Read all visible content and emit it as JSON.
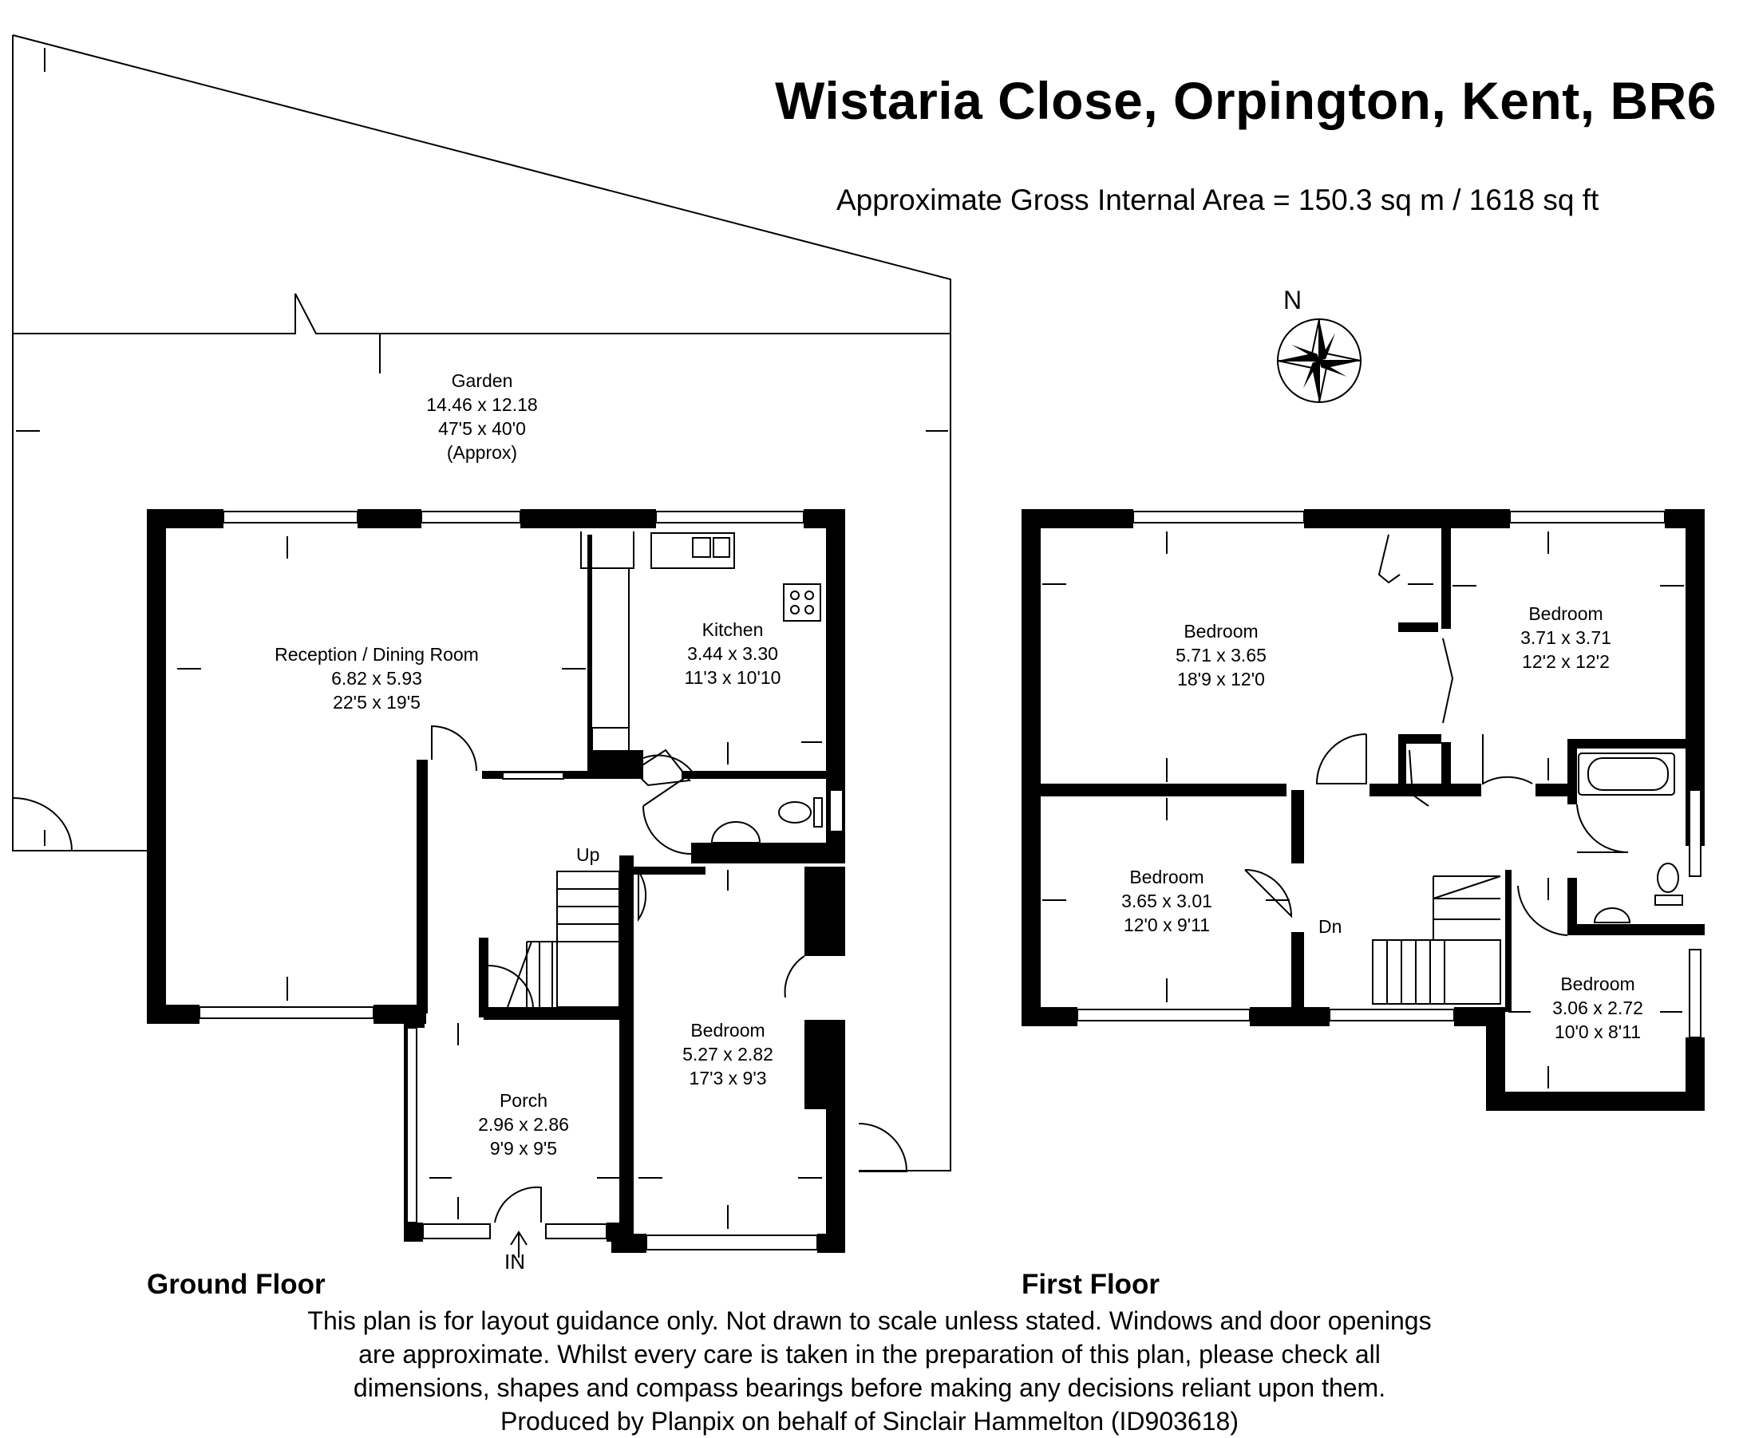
{
  "header": {
    "title": "Wistaria Close, Orpington, Kent, BR6",
    "area": "Approximate Gross Internal Area = 150.3 sq m / 1618 sq ft"
  },
  "compass": {
    "label": "N"
  },
  "garden": {
    "name": "Garden",
    "metric": "14.46 x 12.18",
    "imperial": "47'5 x 40'0",
    "note": "(Approx)"
  },
  "ground_floor": {
    "label": "Ground Floor",
    "rooms": [
      {
        "name": "Reception / Dining Room",
        "metric": "6.82 x 5.93",
        "imperial": "22'5 x 19'5"
      },
      {
        "name": "Kitchen",
        "metric": "3.44 x 3.30",
        "imperial": "11'3 x 10'10"
      },
      {
        "name": "Bedroom",
        "metric": "5.27 x 2.82",
        "imperial": "17'3 x 9'3"
      },
      {
        "name": "Porch",
        "metric": "2.96 x 2.86",
        "imperial": "9'9 x 9'5"
      }
    ],
    "stairs_label": "Up",
    "entrance_label": "IN"
  },
  "first_floor": {
    "label": "First Floor",
    "rooms": [
      {
        "name": "Bedroom",
        "metric": "5.71 x 3.65",
        "imperial": "18'9 x 12'0"
      },
      {
        "name": "Bedroom",
        "metric": "3.71 x 3.71",
        "imperial": "12'2 x 12'2"
      },
      {
        "name": "Bedroom",
        "metric": "3.65 x 3.01",
        "imperial": "12'0 x 9'11"
      },
      {
        "name": "Bedroom",
        "metric": "3.06 x 2.72",
        "imperial": "10'0 x 8'11"
      }
    ],
    "stairs_label": "Dn"
  },
  "disclaimer": [
    "This plan is for layout guidance only. Not drawn to scale unless stated. Windows and door openings",
    "are approximate. Whilst every care is taken in the preparation of this plan, please check all",
    "dimensions, shapes and compass bearings before making any decisions reliant upon them.",
    "Produced by Planpix on behalf of Sinclair Hammelton (ID903618)"
  ]
}
